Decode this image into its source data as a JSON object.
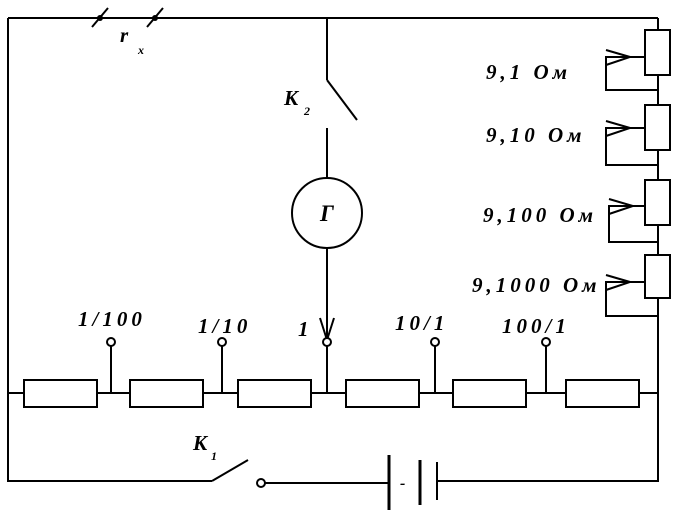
{
  "unknown_resistor_label": {
    "main": "r",
    "sub": "x"
  },
  "switch_k2_label": {
    "main": "К",
    "sub": "2"
  },
  "switch_k1_label": {
    "main": "К",
    "sub": "1"
  },
  "galvanometer_label": "Г",
  "battery_label": "-",
  "ratio_taps": [
    "1/100",
    "1/10",
    "1",
    "10/1",
    "100/1"
  ],
  "decade_labels": [
    "9,1 Ом",
    "9,10 Ом",
    "9,100 Ом",
    "9,1000 Ом"
  ]
}
